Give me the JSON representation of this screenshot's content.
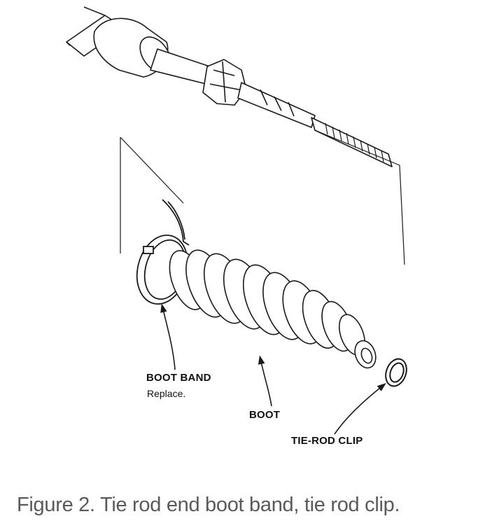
{
  "labels": {
    "boot_band": "BOOT BAND",
    "boot_band_note": "Replace.",
    "boot": "BOOT",
    "tie_rod_clip": "TIE-ROD CLIP"
  },
  "caption": "Figure 2. Tie rod end boot band, tie rod clip.",
  "colors": {
    "line": "#1a1a1a",
    "caption": "#5a5a5a",
    "background": "#ffffff"
  }
}
